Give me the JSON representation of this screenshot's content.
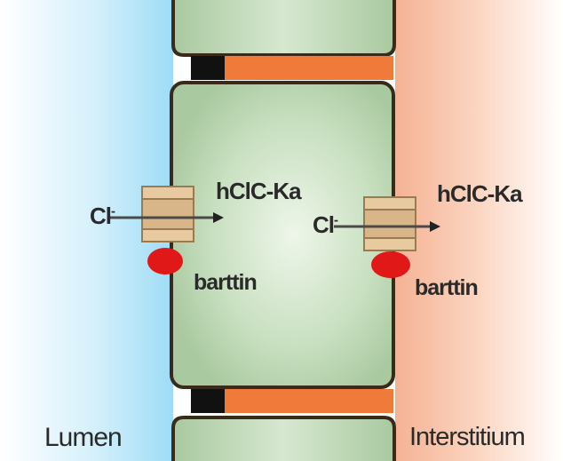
{
  "diagram": {
    "regions": {
      "left": "Lumen",
      "right": "Interstitium"
    },
    "transporters": [
      {
        "channel": "hClC-Ka",
        "subunit": "barttin",
        "ion": "Cl",
        "charge": "-"
      },
      {
        "channel": "hClC-Ka",
        "subunit": "barttin",
        "ion": "Cl",
        "charge": "-"
      }
    ],
    "colors": {
      "lumen": "#b8e6f8",
      "interstitium": "#f7bfa4",
      "cell_fill": "#bcd6b4",
      "cell_border": "#3a2a1a",
      "tight_junction": "#111111",
      "lateral_space": "#f07a3a",
      "channel_fill": "#e8caa0",
      "barttin": "#e01818",
      "arrow": "#555555"
    }
  }
}
